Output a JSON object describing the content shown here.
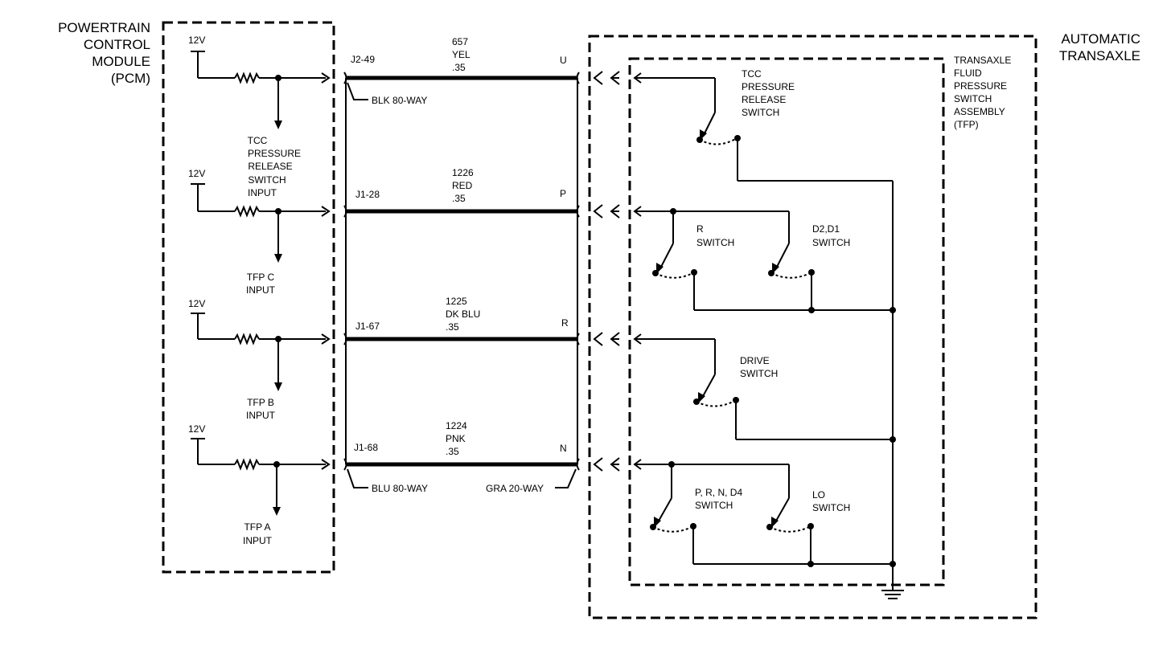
{
  "pcm": {
    "title_lines": [
      "POWERTRAIN",
      "CONTROL",
      "MODULE",
      "(PCM)"
    ]
  },
  "transaxle": {
    "title_lines": [
      "AUTOMATIC",
      "TRANSAXLE"
    ]
  },
  "tfp_assembly": {
    "title_lines": [
      "TRANSAXLE",
      "FLUID",
      "PRESSURE",
      "SWITCH",
      "ASSEMBLY",
      "(TFP)"
    ]
  },
  "voltage_label": "12V",
  "inputs": [
    {
      "lines": [
        "TCC",
        "PRESSURE",
        "RELEASE",
        "SWITCH",
        "INPUT"
      ]
    },
    {
      "lines": [
        "TFP C",
        "INPUT"
      ]
    },
    {
      "lines": [
        "TFP B",
        "INPUT"
      ]
    },
    {
      "lines": [
        "TFP A",
        "INPUT"
      ]
    }
  ],
  "circuits": [
    {
      "pin": "J2-49",
      "circuit": "657",
      "color": "YEL",
      "gauge": ".35",
      "terminal": "U"
    },
    {
      "pin": "J1-28",
      "circuit": "1226",
      "color": "RED",
      "gauge": ".35",
      "terminal": "P"
    },
    {
      "pin": "J1-67",
      "circuit": "1225",
      "color": "DK BLU",
      "gauge": ".35",
      "terminal": "R"
    },
    {
      "pin": "J1-68",
      "circuit": "1224",
      "color": "PNK",
      "gauge": ".35",
      "terminal": "N"
    }
  ],
  "connectors": {
    "blk": "BLK 80-WAY",
    "blu": "BLU 80-WAY",
    "gra": "GRA 20-WAY"
  },
  "switches": {
    "tcc": [
      "TCC",
      "PRESSURE",
      "RELEASE",
      "SWITCH"
    ],
    "r": [
      "R",
      "SWITCH"
    ],
    "d2d1": [
      "D2,D1",
      "SWITCH"
    ],
    "drive": [
      "DRIVE",
      "SWITCH"
    ],
    "prnd4": [
      "P, R, N, D4",
      "SWITCH"
    ],
    "lo": [
      "LO",
      "SWITCH"
    ]
  }
}
